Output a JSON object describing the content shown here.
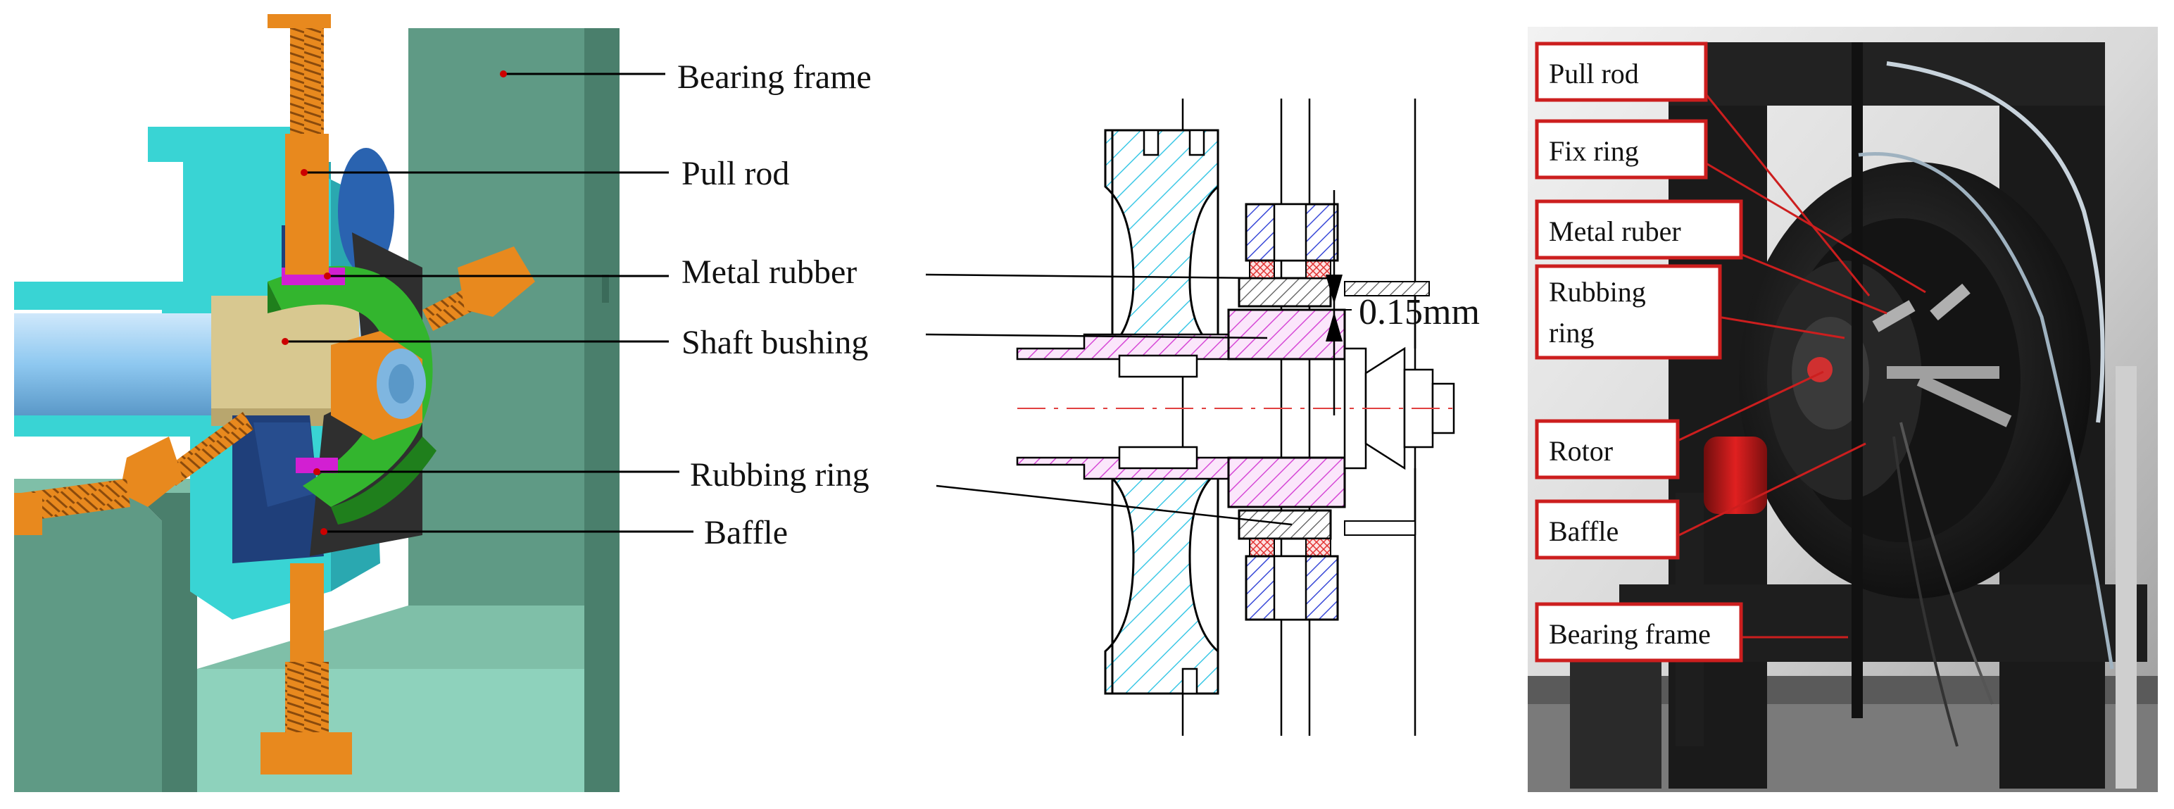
{
  "panel_left": {
    "labels": {
      "bearing_frame": "Bearing frame",
      "pull_rod": "Pull rod",
      "metal_rubber": "Metal rubber",
      "shaft_bushing": "Shaft bushing",
      "rubbing_ring": "Rubbing ring",
      "baffle": "Baffle"
    }
  },
  "panel_middle": {
    "clearance": "0.15mm"
  },
  "panel_right": {
    "labels": {
      "pull_rod": "Pull rod",
      "fix_ring": "Fix ring",
      "metal_ruber": "Metal ruber",
      "rubbing_ring_line1": "Rubbing",
      "rubbing_ring_line2": "ring",
      "rotor": "Rotor",
      "baffle": "Baffle",
      "bearing_frame": "Bearing frame"
    }
  },
  "colors": {
    "frame_green": "#5f9a85",
    "frame_green_light": "#7fbfa8",
    "housing_cyan": "#39d4d4",
    "rod_orange": "#e8891e",
    "ring_green": "#33b52e",
    "baffle_navy": "#1f3f7a",
    "bushing_khaki": "#d8c890",
    "shaft_blue": "#8ec8f0",
    "magenta_rubber": "#d21fd2",
    "hatch_pink": "#e050e0",
    "hatch_cyan": "#3cc8e6",
    "label_box_red": "#cc1e1e"
  }
}
